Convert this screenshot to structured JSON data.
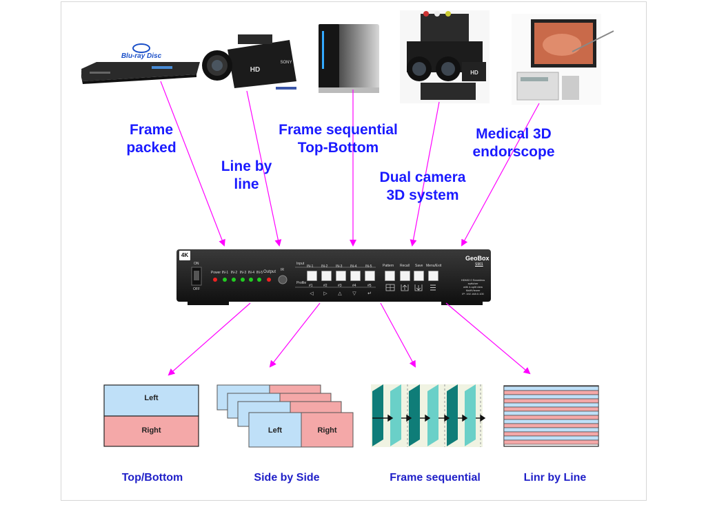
{
  "sources": {
    "frame_packed": "Frame\npacked",
    "line_by_line": "Line by\nline",
    "frame_seq_tb": "Frame sequential\nTop-Bottom",
    "dual_camera": "Dual camera\n3D system",
    "medical": "Medical 3D\nendorscope"
  },
  "device": {
    "brand": "GeoBox",
    "model": "S901",
    "badge": "4K",
    "on_label": "ON",
    "off_label": "OFF",
    "led_labels": [
      "Power",
      "IN-1",
      "IN-2",
      "IN-3",
      "IN-4",
      "IN-5",
      "Output"
    ],
    "ir_label": "IR",
    "input_label": "Input",
    "profile_label": "Profile",
    "input_numbers": [
      "IN-1",
      "IN-2",
      "IN-3",
      "IN-4",
      "IN-5"
    ],
    "profile_numbers": [
      "#1",
      "#2",
      "#3",
      "#4",
      "#5"
    ],
    "func_labels": [
      "Pattern",
      "Recall",
      "Save",
      "Menu/Exit"
    ],
    "desc": "HDMI2.0 Seamless switcher\nwith 4-split view MultiViewer\nIP: 192.168.0.100"
  },
  "outputs": {
    "top_bottom": "Top/Bottom",
    "side_by_side": "Side by Side",
    "frame_sequential": "Frame sequential",
    "line_by_line": "Linr by Line"
  },
  "formats": {
    "left": "Left",
    "right": "Right"
  },
  "branding": {
    "bluray": "Blu-ray Disc",
    "hd": "HD",
    "sony": "SONY"
  },
  "colors": {
    "arrow": "#ff00ff",
    "label": "#1a1aff",
    "left_blue": "#bfe0f8",
    "right_red": "#f4a8a8",
    "teal": "#1f8f8a"
  }
}
